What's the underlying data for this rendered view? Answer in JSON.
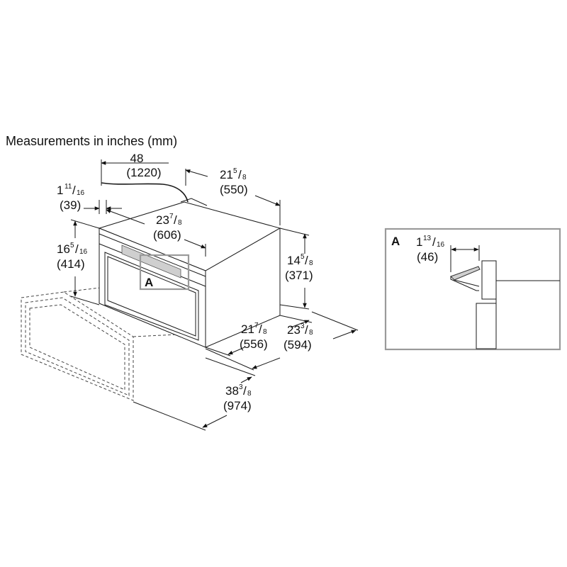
{
  "title": "Measurements in inches (mm)",
  "dims": {
    "cord_len": {
      "inch": "48",
      "mm": "(1220)"
    },
    "depth_total": {
      "whole": "21",
      "num": "5",
      "den": "8",
      "mm": "(550)"
    },
    "front_offset": {
      "whole": "1",
      "num": "11",
      "den": "16",
      "mm": "(39)"
    },
    "width": {
      "whole": "23",
      "num": "7",
      "den": "8",
      "mm": "(606)"
    },
    "front_height": {
      "whole": "16",
      "num": "5",
      "den": "16",
      "mm": "(414)"
    },
    "body_height": {
      "whole": "14",
      "num": "5",
      "den": "8",
      "mm": "(371)"
    },
    "body_depth": {
      "whole": "21",
      "num": "7",
      "den": "8",
      "mm": "(556)"
    },
    "overall_width": {
      "whole": "23",
      "num": "3",
      "den": "8",
      "mm": "(594)"
    },
    "drawer_width": {
      "whole": "38",
      "num": "3",
      "den": "8",
      "mm": "(974)"
    },
    "detail_gap": {
      "whole": "1",
      "num": "13",
      "den": "16",
      "mm": "(46)"
    }
  },
  "detail": {
    "marker": "A",
    "panel_label": "A"
  }
}
